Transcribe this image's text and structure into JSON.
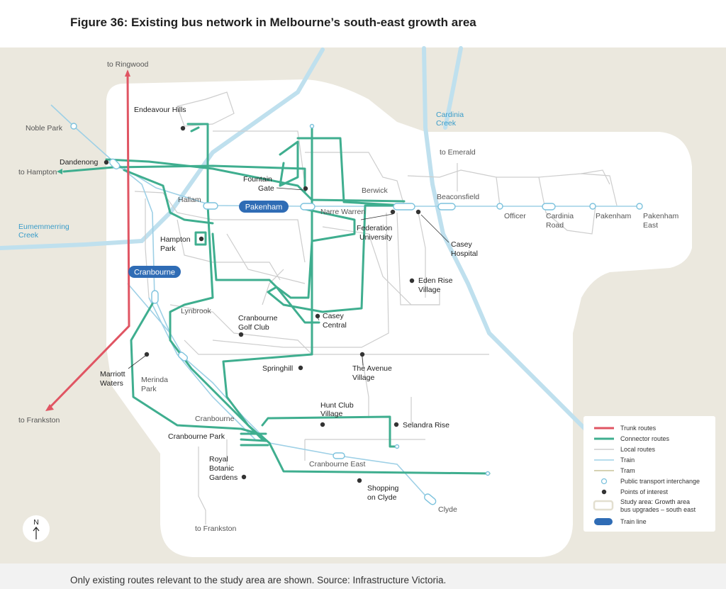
{
  "title": "Figure 36: Existing bus network in Melbourne’s south-east growth area",
  "caption": "Only existing routes relevant to the study area are shown. Source: Infrastructure Victoria.",
  "colors": {
    "background": "#ebe8de",
    "study_area": "#ffffff",
    "trunk": "#e05563",
    "connector": "#3fae8f",
    "local": "#c9c9c9",
    "train": "#9ed0e6",
    "train_line": "#2f6cb5",
    "water": "#bfe0ee"
  },
  "places": {
    "to_ringwood": "to Ringwood",
    "endeavour_hills": "Endeavour Hills",
    "noble_park": "Noble Park",
    "dandenong": "Dandenong",
    "to_hampton": "to Hampton",
    "eumemmerring_1": "Eumemmerring",
    "eumemmerring_2": "Creek",
    "fountain_gate_1": "Fountain",
    "fountain_gate_2": "Gate",
    "hallam": "Hallam",
    "narre_warren": "Narre Warren",
    "berwick": "Berwick",
    "beaconsfield": "Beaconsfield",
    "to_emerald": "to Emerald",
    "cardinia_creek_1": "Cardinia",
    "cardinia_creek_2": "Creek",
    "officer": "Officer",
    "cardinia_road_1": "Cardinia",
    "cardinia_road_2": "Road",
    "pakenham": "Pakenham",
    "pakenham_east_1": "Pakenham",
    "pakenham_east_2": "East",
    "federation_1": "Federation",
    "federation_2": "University",
    "casey_hospital_1": "Casey",
    "casey_hospital_2": "Hospital",
    "hampton_park_1": "Hampton",
    "hampton_park_2": "Park",
    "eden_rise_1": "Eden Rise",
    "eden_rise_2": "Village",
    "lynbrook": "Lynbrook",
    "cranbourne_golf_1": "Cranbourne",
    "cranbourne_golf_2": "Golf Club",
    "casey_central_1": "Casey",
    "casey_central_2": "Central",
    "marriott_1": "Marriott",
    "marriott_2": "Waters",
    "merinda_1": "Merinda",
    "merinda_2": "Park",
    "springhill": "Springhill",
    "avenue_1": "The Avenue",
    "avenue_2": "Village",
    "to_frankston_w": "to Frankston",
    "cranbourne": "Cranbourne",
    "cranbourne_park": "Cranbourne Park",
    "hunt_club_1": "Hunt Club",
    "hunt_club_2": "Village",
    "selandra": "Selandra Rise",
    "royal_1": "Royal",
    "royal_2": "Botanic",
    "royal_3": "Gardens",
    "cranbourne_east": "Cranbourne East",
    "shopping_1": "Shopping",
    "shopping_2": "on Clyde",
    "clyde": "Clyde",
    "to_frankston_s": "to Frankston"
  },
  "train_lines": {
    "pakenham": "Pakenham",
    "cranbourne": "Cranbourne"
  },
  "north_arrow": "N",
  "legend": {
    "trunk": "Trunk routes",
    "connector": "Connector routes",
    "local": "Local routes",
    "train": "Train",
    "tram": "Tram",
    "interchange": "Public transport interchange",
    "poi": "Points of interest",
    "study_1": "Study area: Growth area",
    "study_2": "bus upgrades – south east",
    "train_line": "Train line"
  }
}
